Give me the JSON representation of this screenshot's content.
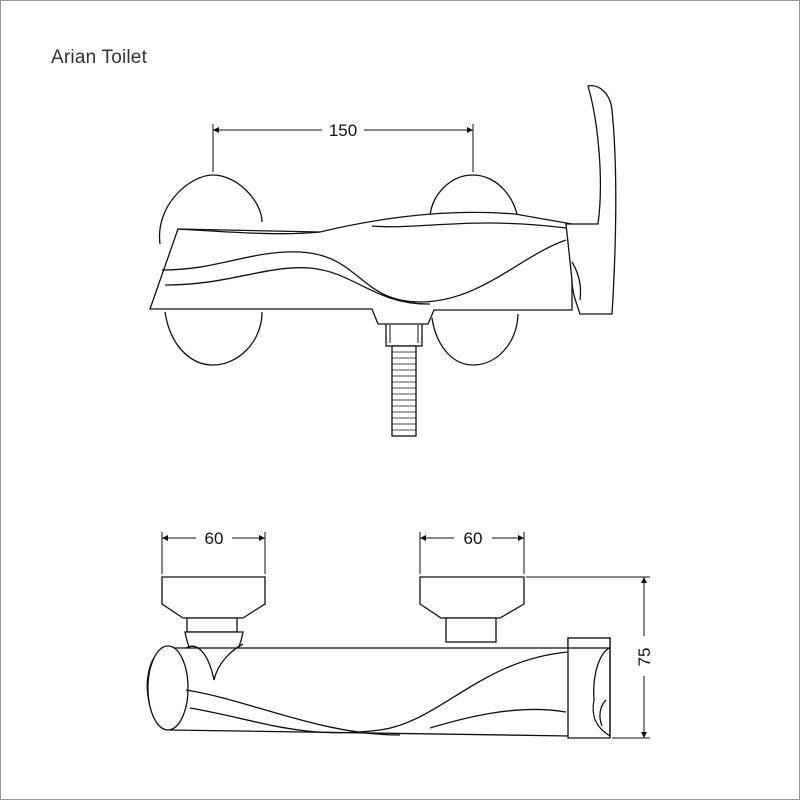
{
  "title": "Arian Toilet",
  "dimensions": {
    "top_spacing": "150",
    "left_width": "60",
    "right_width": "60",
    "height": "75"
  }
}
